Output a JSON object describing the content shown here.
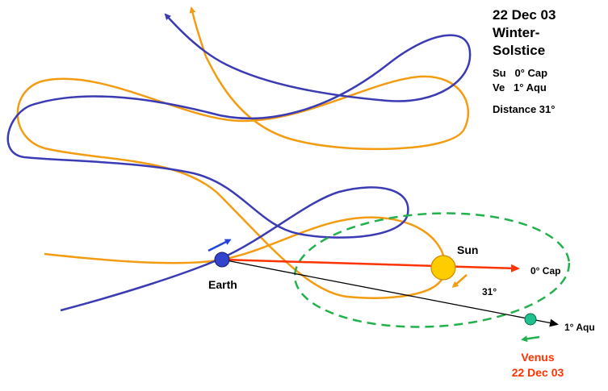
{
  "info": {
    "date": "22 Dec 03",
    "event_line1": "Winter-",
    "event_line2": "Solstice",
    "sun_position": "Su   0° Cap",
    "venus_position": "Ve   1° Aqu",
    "distance": "Distance 31°"
  },
  "labels": {
    "earth": "Earth",
    "sun": "Sun",
    "sun_direction": "0° Cap",
    "angle": "31°",
    "venus_direction": "1° Aqu",
    "venus_name": "Venus",
    "venus_date": "22 Dec 03"
  },
  "colors": {
    "venus_loop_curve": "#f39c12",
    "sun_loop_curve": "#3b3bb3",
    "orbit_ellipse": "#22b14c",
    "sun_ray": "#ff3300",
    "venus_ray": "#000000",
    "earth": "#3344cc",
    "sun": "#ffcc00",
    "venus": "#20c090",
    "venus_label": "#ff3300"
  }
}
